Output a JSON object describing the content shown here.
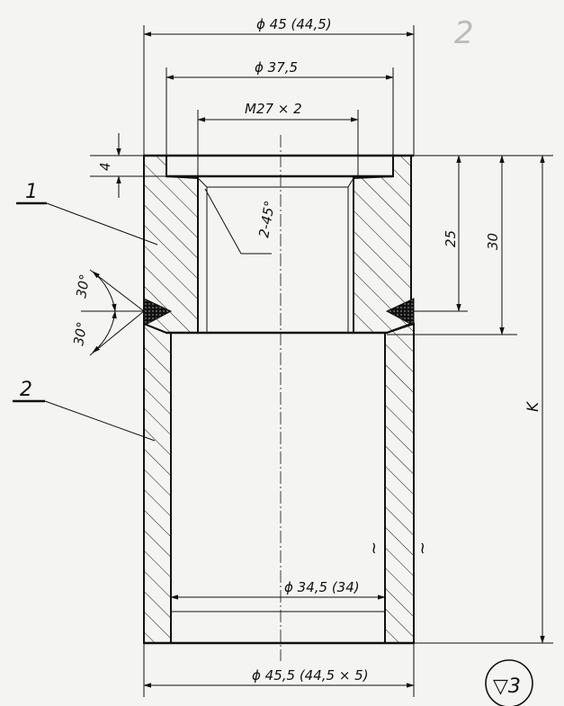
{
  "page_mark": "2",
  "dimensions": {
    "outer_top_diameter": "ϕ  45 (44,5)",
    "bore_diameter": "ϕ 37,5",
    "thread": "M27 × 2",
    "counterbore_depth": "4",
    "chamfer": "2-45°",
    "depth_25": "25",
    "depth_30": "30",
    "length_k": "K",
    "inner_diameter": "ϕ  34,5 (34)",
    "outer_bottom_diameter": "ϕ  45,5 (44,5 × 5)",
    "angle_upper": "30°",
    "angle_lower": "30°"
  },
  "callouts": {
    "part_1": "1",
    "part_2": "2"
  },
  "roughness_symbol": "▽3",
  "break_mark": "~"
}
